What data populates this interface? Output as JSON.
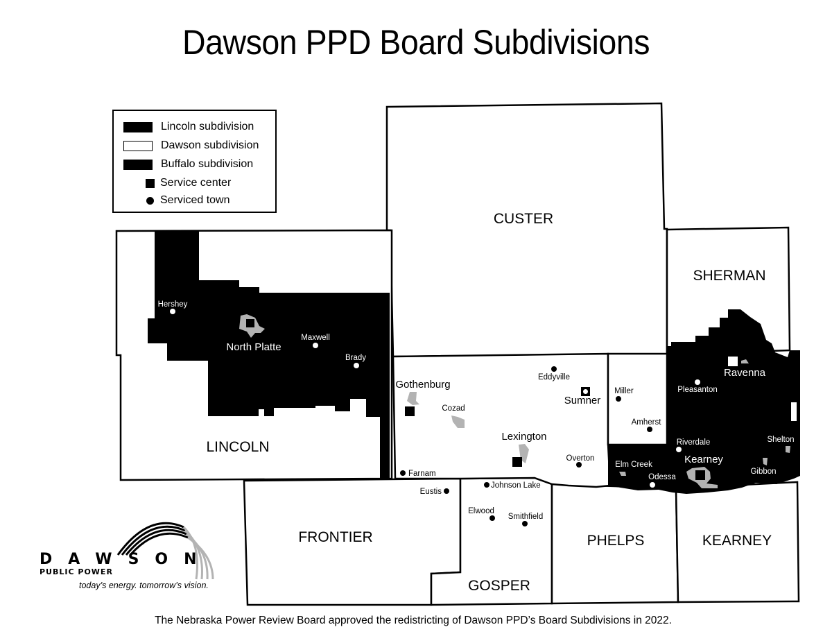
{
  "title": "Dawson PPD Board Subdivisions",
  "legend": {
    "items": [
      {
        "label": "Lincoln subdivision",
        "symbol": "black-swatch"
      },
      {
        "label": "Dawson subdivision",
        "symbol": "white-swatch"
      },
      {
        "label": "Buffalo subdivision",
        "symbol": "black-swatch"
      },
      {
        "label": "Service center",
        "symbol": "square"
      },
      {
        "label": "Serviced town",
        "symbol": "circle"
      }
    ]
  },
  "counties": {
    "custer": "CUSTER",
    "sherman": "SHERMAN",
    "lincoln": "LINCOLN",
    "frontier": "FRONTIER",
    "gosper": "GOSPER",
    "phelps": "PHELPS",
    "kearney": "KEARNEY"
  },
  "towns": {
    "hershey": "Hershey",
    "north_platte": "North Platte",
    "maxwell": "Maxwell",
    "brady": "Brady",
    "gothenburg": "Gothenburg",
    "cozad": "Cozad",
    "eddyville": "Eddyville",
    "sumner": "Sumner",
    "lexington": "Lexington",
    "overton": "Overton",
    "farnam": "Farnam",
    "johnson_lake": "Johnson Lake",
    "eustis": "Eustis",
    "elwood": "Elwood",
    "smithfield": "Smithfield",
    "miller": "Miller",
    "amherst": "Amherst",
    "pleasanton": "Pleasanton",
    "ravenna": "Ravenna",
    "riverdale": "Riverdale",
    "kearney": "Kearney",
    "elm_creek": "Elm Creek",
    "odessa": "Odessa",
    "shelton": "Shelton",
    "gibbon": "Gibbon"
  },
  "logo": {
    "wordmark": "DAWSON",
    "subtitle": "PUBLIC POWER",
    "tagline": "today’s energy. tomorrow’s vision."
  },
  "colors": {
    "lincoln_subdivision": "#000000",
    "dawson_subdivision": "#ffffff",
    "buffalo_subdivision": "#000000",
    "city_area": "#b3b3b3"
  },
  "footer": "The Nebraska Power Review Board approved the redistricting of Dawson PPD’s Board Subdivisions in 2022."
}
